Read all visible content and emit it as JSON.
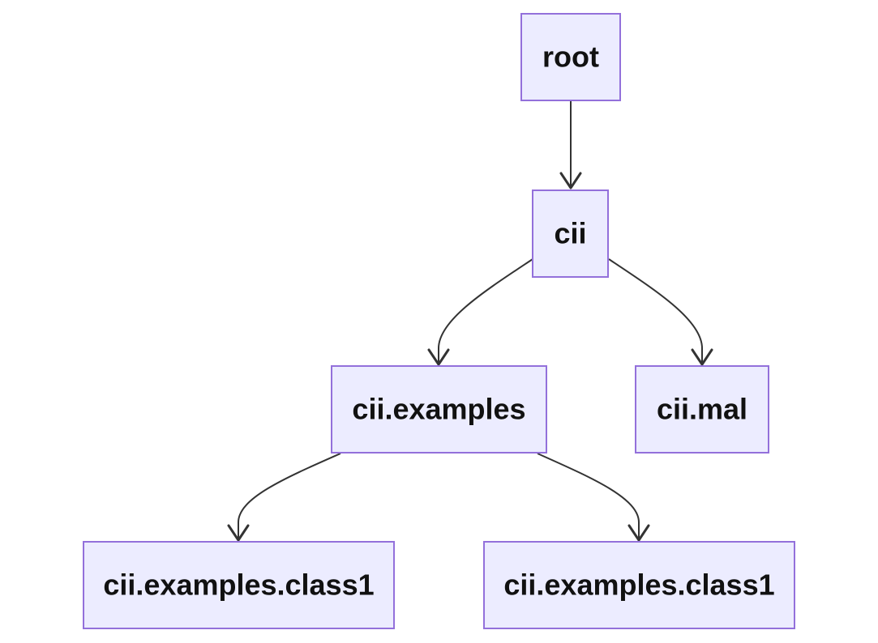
{
  "nodes": {
    "root": {
      "label": "root"
    },
    "cii": {
      "label": "cii"
    },
    "cii_examples": {
      "label": "cii.examples"
    },
    "cii_mal": {
      "label": "cii.mal"
    },
    "cii_examples_class1_a": {
      "label": "cii.examples.class1"
    },
    "cii_examples_class1_b": {
      "label": "cii.examples.class1"
    }
  },
  "edges": [
    {
      "from": "root",
      "to": "cii"
    },
    {
      "from": "cii",
      "to": "cii.examples"
    },
    {
      "from": "cii",
      "to": "cii.mal"
    },
    {
      "from": "cii.examples",
      "to": "cii.examples.class1"
    },
    {
      "from": "cii.examples",
      "to": "cii.examples.class1"
    }
  ],
  "colors": {
    "node_fill": "#ececff",
    "node_stroke": "#9370db",
    "edge": "#333333",
    "text": "#111111"
  }
}
